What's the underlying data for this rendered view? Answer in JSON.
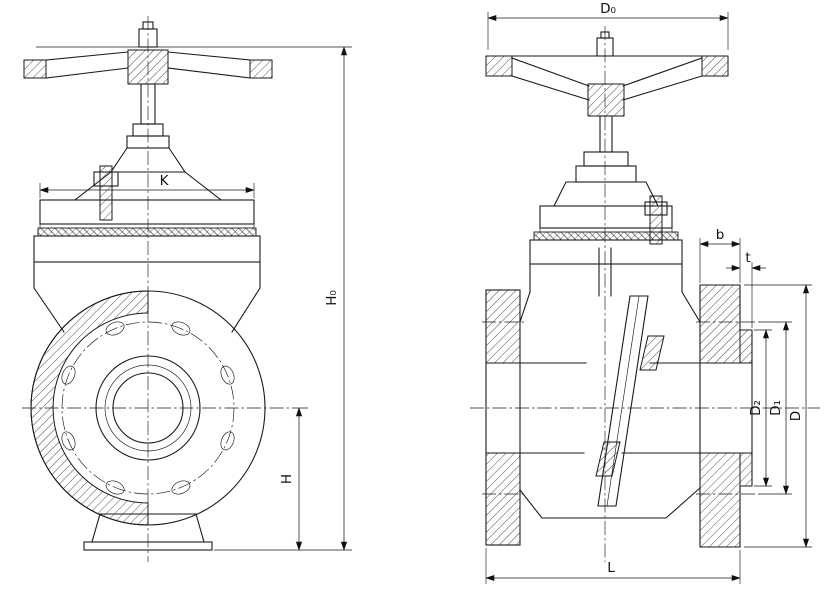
{
  "dimensions": {
    "d0": "D₀",
    "k": "K",
    "h0": "H₀",
    "h": "H",
    "b": "b",
    "t": "t",
    "d2": "D₂",
    "d1": "D₁",
    "d": "D",
    "l": "L"
  },
  "colors": {
    "line": "#1a1a1a",
    "background": "#ffffff"
  }
}
